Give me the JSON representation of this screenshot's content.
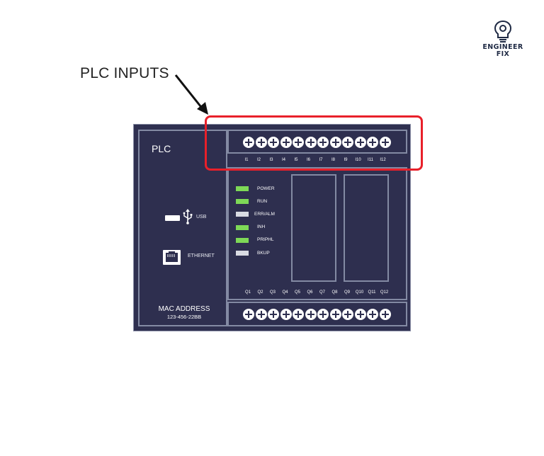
{
  "callout": {
    "text": "PLC INPUTS"
  },
  "logo": {
    "line1": "ENGINEER",
    "line2": "FIX",
    "icon": "lightbulb-gear-icon"
  },
  "plc": {
    "title": "PLC",
    "usb_label": "USB",
    "ethernet_label": "ETHERNET",
    "mac_title": "MAC ADDRESS",
    "mac_value": "123-456-22BB",
    "inputs": [
      "I1",
      "I2",
      "I3",
      "I4",
      "I5",
      "I6",
      "I7",
      "I8",
      "I9",
      "I10",
      "I11",
      "I12"
    ],
    "outputs": [
      "Q1",
      "Q2",
      "Q3",
      "Q4",
      "Q5",
      "Q6",
      "Q7",
      "Q8",
      "Q9",
      "Q10",
      "Q11",
      "Q12"
    ],
    "leds": [
      {
        "label": "POWER",
        "color": "#7ed957"
      },
      {
        "label": "RUN",
        "color": "#7ed957"
      },
      {
        "label": "ERR/ALM",
        "color": "#d9dbe3"
      },
      {
        "label": "INH",
        "color": "#7ed957"
      },
      {
        "label": "PRIPHL",
        "color": "#7ed957"
      },
      {
        "label": "BKUP",
        "color": "#d9dbe3"
      }
    ]
  },
  "colors": {
    "body": "#2f3050",
    "border": "#838aa3",
    "highlight": "#e8202a",
    "led_on": "#7ed957",
    "led_off": "#d9dbe3"
  }
}
